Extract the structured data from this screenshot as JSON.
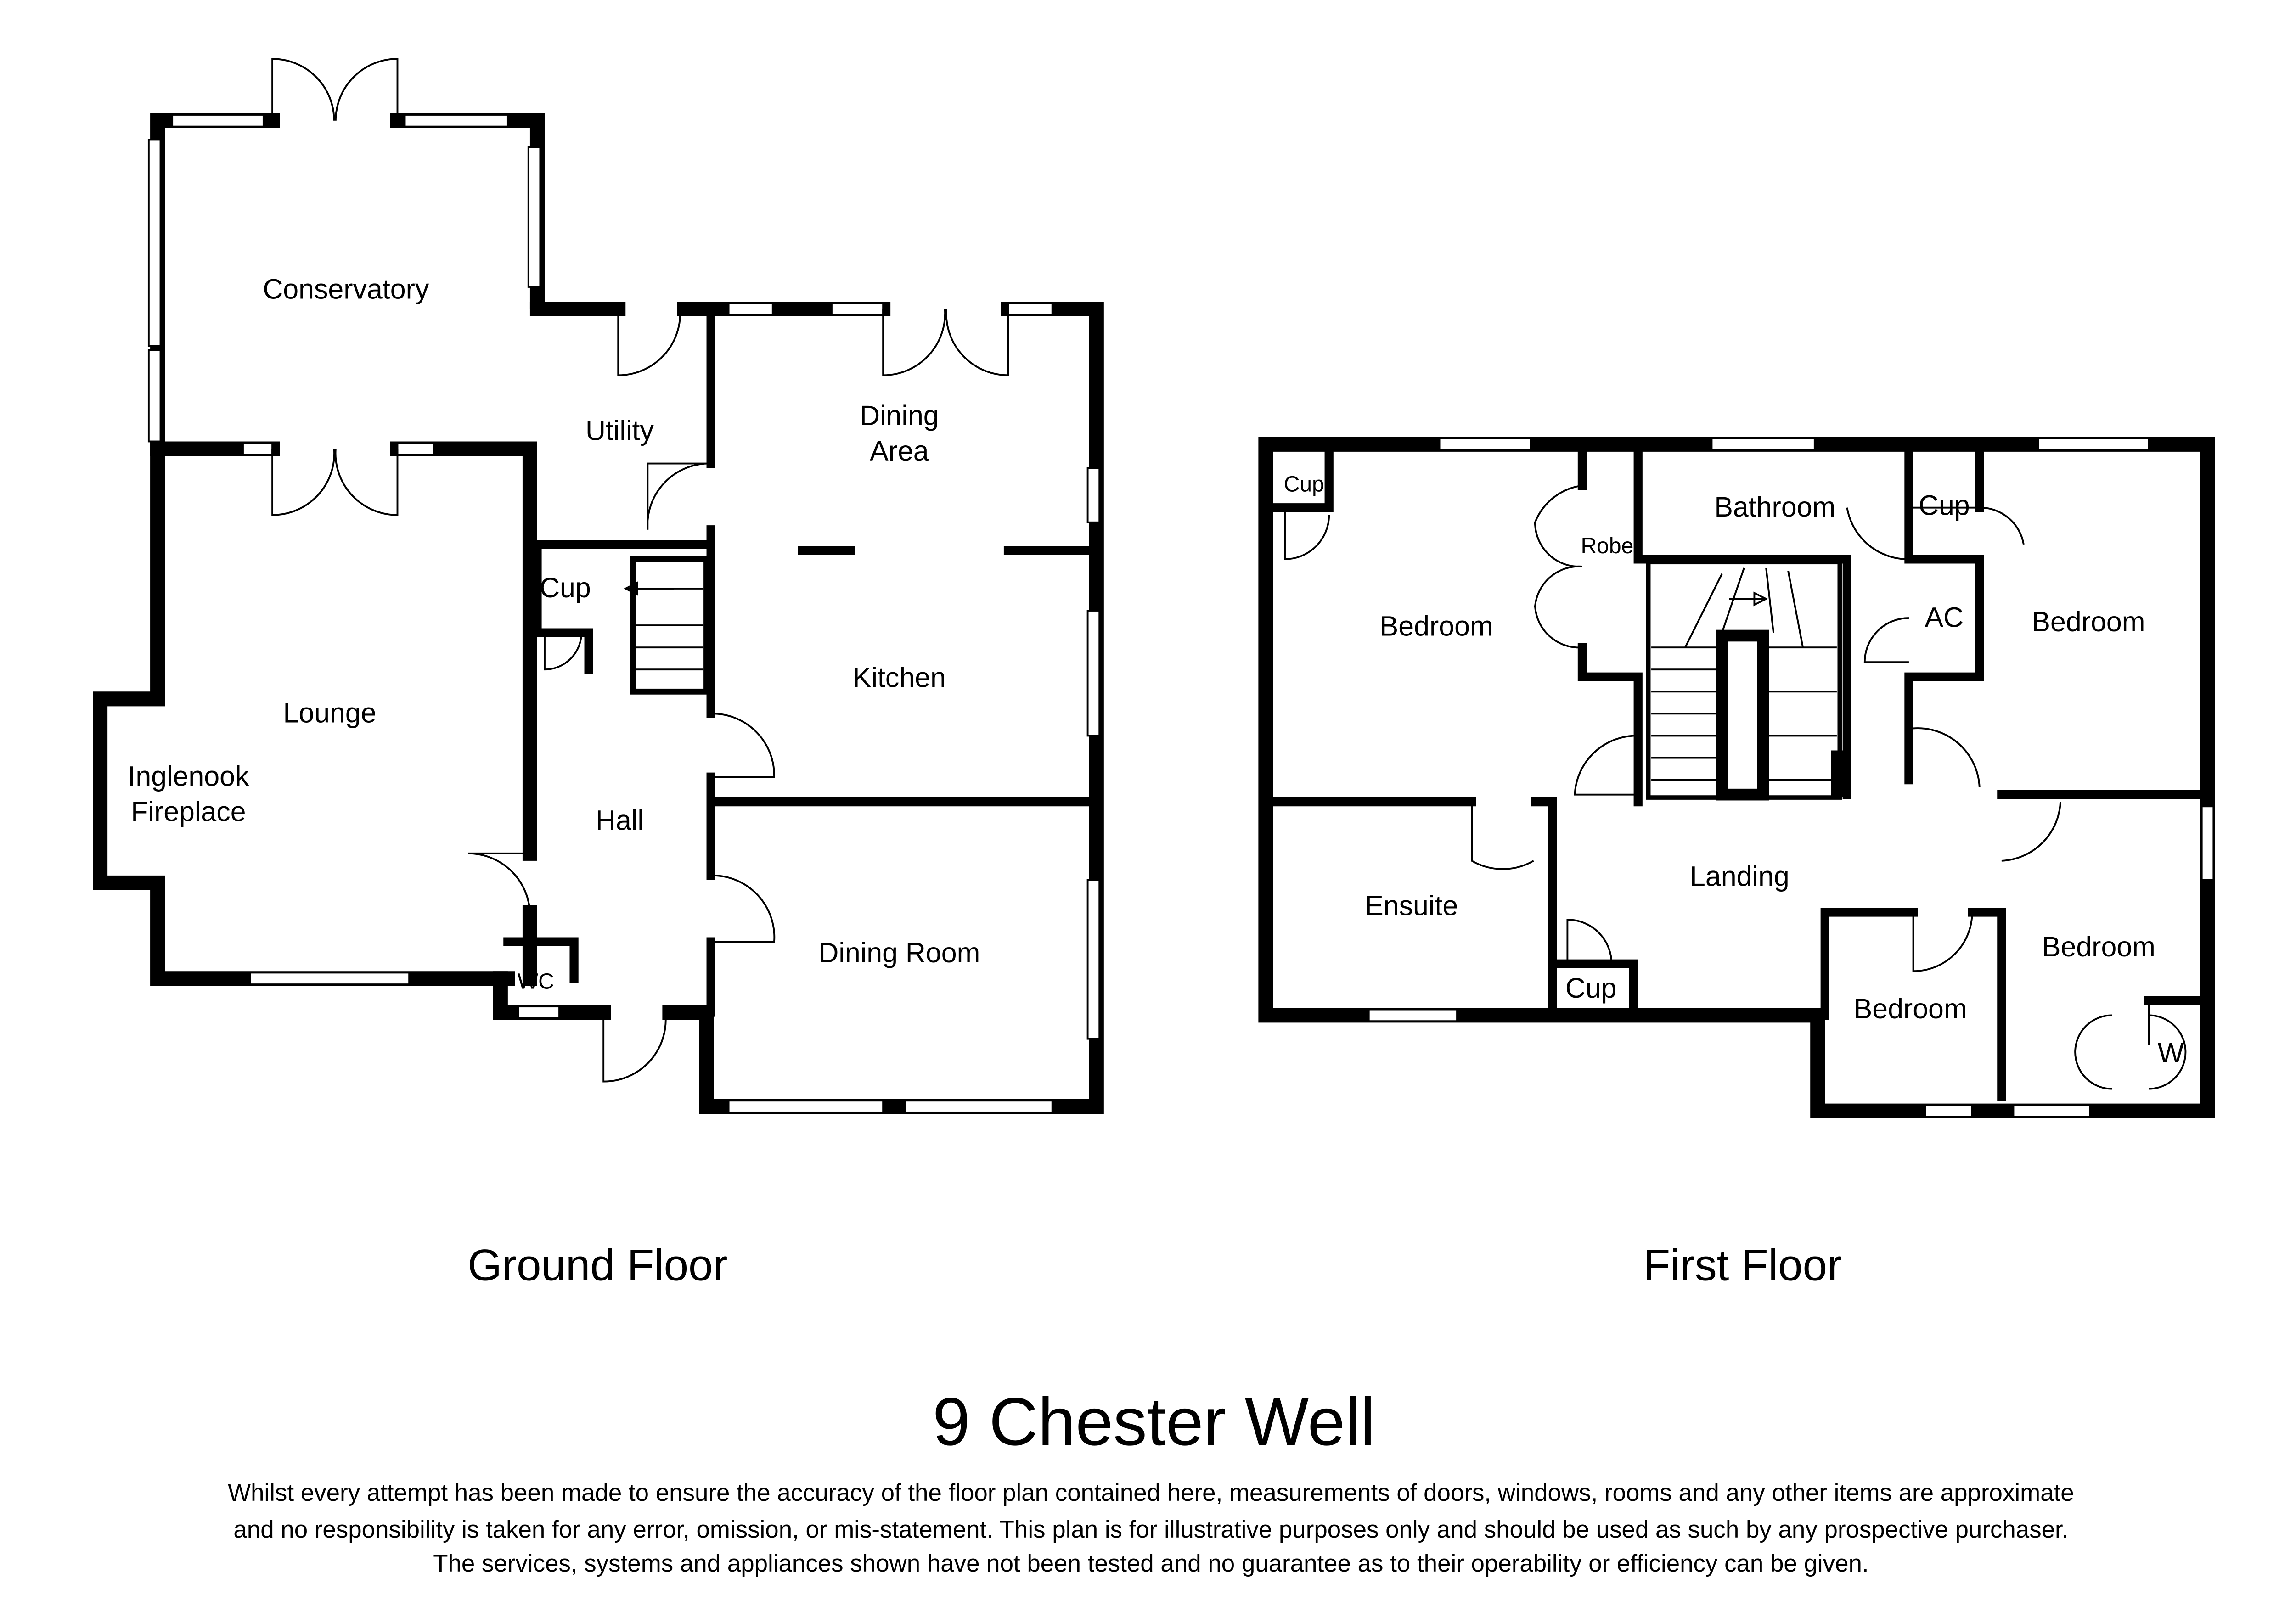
{
  "title": "9 Chester Well",
  "floors": [
    {
      "name": "Ground Floor",
      "rooms": [
        "Conservatory",
        "Utility",
        "Dining",
        "Area",
        "Cup",
        "Kitchen",
        "Lounge",
        "Inglenook",
        "Fireplace",
        "Hall",
        "Dining Room",
        "WC"
      ]
    },
    {
      "name": "First Floor",
      "rooms": [
        "Cup",
        "Robe",
        "Bathroom",
        "Cup",
        "Bedroom",
        "AC",
        "Bedroom",
        "Landing",
        "Ensuite",
        "Cup",
        "Bedroom",
        "Bedroom",
        "W"
      ]
    }
  ],
  "disclaimer": [
    "Whilst every attempt has been made to ensure the accuracy of the floor plan contained here, measurements of doors, windows, rooms and any other items are approximate",
    "and no responsibility is taken for any error, omission, or mis-statement. This plan is for illustrative purposes only and should be used as such by any prospective purchaser.",
    "The services, systems and appliances shown have not been tested and no guarantee as to their operability or efficiency can be given."
  ]
}
